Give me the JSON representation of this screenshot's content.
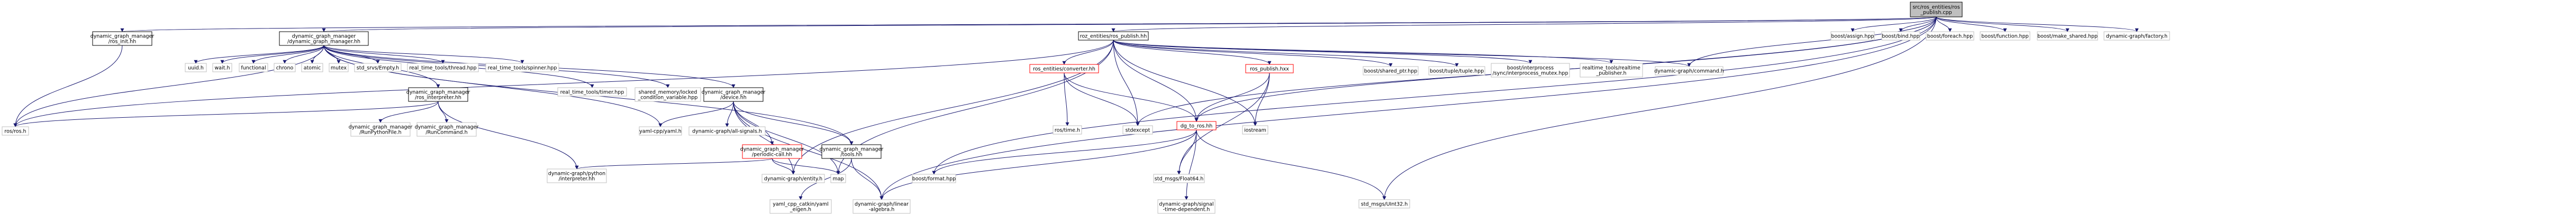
{
  "diagram": {
    "title": "",
    "colors": {
      "edge": "#191970",
      "focus_fill": "#bfbfbf",
      "node_border": "#000000",
      "system_border": "#bfbfbf",
      "missing_border": "#ff0000"
    },
    "nodes": [
      {
        "id": "ros_publish_cpp",
        "lines": [
          "src/ros_entities/ros",
          "_publish.cpp"
        ],
        "kind": "focus"
      },
      {
        "id": "ros_publish_hh",
        "lines": [
          "roz_entities/ros_publish.hh"
        ],
        "kind": "local"
      },
      {
        "id": "ros_init_hh",
        "lines": [
          "dynamic_graph_manager",
          "/ros_init.hh"
        ],
        "kind": "local"
      },
      {
        "id": "dgm_hh",
        "lines": [
          "dynamic_graph_manager",
          "/dynamic_graph_manager.hh"
        ],
        "kind": "local"
      },
      {
        "id": "ros_h",
        "lines": [
          "ros/ros.h"
        ],
        "kind": "system"
      },
      {
        "id": "uuid_h",
        "lines": [
          "uuid.h"
        ],
        "kind": "system"
      },
      {
        "id": "wait_h",
        "lines": [
          "wait.h"
        ],
        "kind": "system"
      },
      {
        "id": "functional",
        "lines": [
          "functional"
        ],
        "kind": "system"
      },
      {
        "id": "chrono",
        "lines": [
          "chrono"
        ],
        "kind": "system"
      },
      {
        "id": "atomic",
        "lines": [
          "atomic"
        ],
        "kind": "system"
      },
      {
        "id": "mutex",
        "lines": [
          "mutex"
        ],
        "kind": "system"
      },
      {
        "id": "std_srvs_empty",
        "lines": [
          "std_srvs/Empty.h"
        ],
        "kind": "system"
      },
      {
        "id": "rt_thread",
        "lines": [
          "real_time_tools/thread.hpp"
        ],
        "kind": "system"
      },
      {
        "id": "rt_spinner",
        "lines": [
          "real_time_tools/spinner.hpp"
        ],
        "kind": "system"
      },
      {
        "id": "ros_interpreter_hh",
        "lines": [
          "dynamic_graph_manager",
          "/ros_interpreter.hh"
        ],
        "kind": "local"
      },
      {
        "id": "rt_timer",
        "lines": [
          "real_time_tools/timer.hpp"
        ],
        "kind": "system"
      },
      {
        "id": "shm_locked",
        "lines": [
          "shared_memory/locked",
          "_condition_variable.hpp"
        ],
        "kind": "system"
      },
      {
        "id": "device_hh",
        "lines": [
          "dynamic_graph_manager",
          "/device.hh"
        ],
        "kind": "local"
      },
      {
        "id": "run_python_file",
        "lines": [
          "dynamic_graph_manager",
          "/RunPythonFile.h"
        ],
        "kind": "system"
      },
      {
        "id": "run_command",
        "lines": [
          "dynamic_graph_manager",
          "/RunCommand.h"
        ],
        "kind": "system"
      },
      {
        "id": "python_interpreter",
        "lines": [
          "dynamic-graph/python",
          "/interpreter.hh"
        ],
        "kind": "system"
      },
      {
        "id": "yaml_cpp",
        "lines": [
          "yaml-cpp/yaml.h"
        ],
        "kind": "system"
      },
      {
        "id": "all_signals",
        "lines": [
          "dynamic-graph/all-signals.h"
        ],
        "kind": "system"
      },
      {
        "id": "periodic_call_hh",
        "lines": [
          "dynamic_graph_manager",
          "/periodic-call.hh"
        ],
        "kind": "missing"
      },
      {
        "id": "tools_hh",
        "lines": [
          "dynamic_graph_manager",
          "/tools.hh"
        ],
        "kind": "local"
      },
      {
        "id": "entity_h",
        "lines": [
          "dynamic-graph/entity.h"
        ],
        "kind": "system"
      },
      {
        "id": "map",
        "lines": [
          "map"
        ],
        "kind": "system"
      },
      {
        "id": "yaml_eigen",
        "lines": [
          "yaml_cpp_catkin/yaml",
          "_eigen.h"
        ],
        "kind": "system"
      },
      {
        "id": "linear_algebra",
        "lines": [
          "dynamic-graph/linear",
          "-algebra.h"
        ],
        "kind": "system"
      },
      {
        "id": "converter_hh",
        "lines": [
          "ros_entities/converter.hh"
        ],
        "kind": "missing"
      },
      {
        "id": "ros_time_h",
        "lines": [
          "ros/time.h"
        ],
        "kind": "system"
      },
      {
        "id": "stdexcept",
        "lines": [
          "stdexcept"
        ],
        "kind": "system"
      },
      {
        "id": "ros_hh",
        "lines": [
          "ros_publish.hxx"
        ],
        "kind": "missing"
      },
      {
        "id": "dg_to_ros_hh",
        "lines": [
          "dg_to_ros.hh"
        ],
        "kind": "missing"
      },
      {
        "id": "iostream",
        "lines": [
          "iostream"
        ],
        "kind": "system"
      },
      {
        "id": "std_msgs_float64",
        "lines": [
          "std_msgs/Float64.h"
        ],
        "kind": "system"
      },
      {
        "id": "signal_time_dependent",
        "lines": [
          "dynamic-graph/signal",
          "-time-dependent.h"
        ],
        "kind": "system"
      },
      {
        "id": "boost_format",
        "lines": [
          "boost/format.hpp"
        ],
        "kind": "system"
      },
      {
        "id": "std_msgs_uint32",
        "lines": [
          "std_msgs/UInt32.h"
        ],
        "kind": "system"
      },
      {
        "id": "boost_shared_ptr",
        "lines": [
          "boost/shared_ptr.hpp"
        ],
        "kind": "system"
      },
      {
        "id": "boost_tuple",
        "lines": [
          "boost/tuple/tuple.hpp"
        ],
        "kind": "system"
      },
      {
        "id": "boost_interprocess",
        "lines": [
          "boost/interprocess",
          "/sync/interprocess_mutex.hpp"
        ],
        "kind": "system"
      },
      {
        "id": "rt_publisher",
        "lines": [
          "realtime_tools/realtime",
          "_publisher.h"
        ],
        "kind": "system"
      },
      {
        "id": "dg_command",
        "lines": [
          "dynamic-graph/command.h"
        ],
        "kind": "system"
      },
      {
        "id": "boost_assign",
        "lines": [
          "boost/assign.hpp"
        ],
        "kind": "system"
      },
      {
        "id": "boost_bind",
        "lines": [
          "boost/bind.hpp"
        ],
        "kind": "system"
      },
      {
        "id": "boost_foreach",
        "lines": [
          "boost/foreach.hpp"
        ],
        "kind": "system"
      },
      {
        "id": "boost_function",
        "lines": [
          "boost/function.hpp"
        ],
        "kind": "system"
      },
      {
        "id": "boost_make_shared",
        "lines": [
          "boost/make_shared.hpp"
        ],
        "kind": "system"
      },
      {
        "id": "dg_factory",
        "lines": [
          "dynamic-graph/factory.h"
        ],
        "kind": "system"
      }
    ],
    "edges": [
      [
        "ros_publish_cpp",
        "ros_publish_hh"
      ],
      [
        "ros_publish_cpp",
        "ros_init_hh"
      ],
      [
        "ros_publish_cpp",
        "dgm_hh"
      ],
      [
        "ros_publish_cpp",
        "linear_algebra"
      ],
      [
        "ros_publish_cpp",
        "boost_format"
      ],
      [
        "ros_publish_cpp",
        "dg_command"
      ],
      [
        "ros_publish_cpp",
        "boost_assign"
      ],
      [
        "ros_publish_cpp",
        "boost_bind"
      ],
      [
        "ros_publish_cpp",
        "boost_foreach"
      ],
      [
        "ros_publish_cpp",
        "boost_function"
      ],
      [
        "ros_publish_cpp",
        "boost_make_shared"
      ],
      [
        "ros_publish_cpp",
        "dg_factory"
      ],
      [
        "ros_publish_cpp",
        "std_msgs_uint32"
      ],
      [
        "ros_publish_cpp",
        "dg_to_ros_hh"
      ],
      [
        "ros_publish_cpp",
        "stdexcept"
      ],
      [
        "ros_init_hh",
        "ros_h"
      ],
      [
        "dgm_hh",
        "ros_h"
      ],
      [
        "dgm_hh",
        "uuid_h"
      ],
      [
        "dgm_hh",
        "wait_h"
      ],
      [
        "dgm_hh",
        "functional"
      ],
      [
        "dgm_hh",
        "chrono"
      ],
      [
        "dgm_hh",
        "atomic"
      ],
      [
        "dgm_hh",
        "mutex"
      ],
      [
        "dgm_hh",
        "std_srvs_empty"
      ],
      [
        "dgm_hh",
        "rt_thread"
      ],
      [
        "dgm_hh",
        "rt_spinner"
      ],
      [
        "dgm_hh",
        "ros_interpreter_hh"
      ],
      [
        "dgm_hh",
        "rt_timer"
      ],
      [
        "dgm_hh",
        "shm_locked"
      ],
      [
        "dgm_hh",
        "device_hh"
      ],
      [
        "dgm_hh",
        "yaml_cpp"
      ],
      [
        "dgm_hh",
        "tools_hh"
      ],
      [
        "ros_interpreter_hh",
        "ros_h"
      ],
      [
        "ros_interpreter_hh",
        "run_python_file"
      ],
      [
        "ros_interpreter_hh",
        "run_command"
      ],
      [
        "ros_interpreter_hh",
        "python_interpreter"
      ],
      [
        "device_hh",
        "yaml_cpp"
      ],
      [
        "device_hh",
        "all_signals"
      ],
      [
        "device_hh",
        "periodic_call_hh"
      ],
      [
        "device_hh",
        "tools_hh"
      ],
      [
        "device_hh",
        "entity_h"
      ],
      [
        "device_hh",
        "map"
      ],
      [
        "device_hh",
        "linear_algebra"
      ],
      [
        "periodic_call_hh",
        "python_interpreter"
      ],
      [
        "periodic_call_hh",
        "entity_h"
      ],
      [
        "periodic_call_hh",
        "map"
      ],
      [
        "tools_hh",
        "yaml_eigen"
      ],
      [
        "tools_hh",
        "linear_algebra"
      ],
      [
        "ros_publish_hh",
        "ros_h"
      ],
      [
        "ros_publish_hh",
        "converter_hh"
      ],
      [
        "ros_publish_hh",
        "stdexcept"
      ],
      [
        "ros_publish_hh",
        "ros_hh"
      ],
      [
        "ros_publish_hh",
        "boost_shared_ptr"
      ],
      [
        "ros_publish_hh",
        "boost_tuple"
      ],
      [
        "ros_publish_hh",
        "boost_interprocess"
      ],
      [
        "ros_publish_hh",
        "rt_publisher"
      ],
      [
        "ros_publish_hh",
        "dg_command"
      ],
      [
        "ros_publish_hh",
        "iostream"
      ],
      [
        "ros_publish_hh",
        "entity_h"
      ],
      [
        "ros_publish_hh",
        "map"
      ],
      [
        "ros_publish_hh",
        "dg_to_ros_hh"
      ],
      [
        "converter_hh",
        "ros_time_h"
      ],
      [
        "converter_hh",
        "stdexcept"
      ],
      [
        "converter_hh",
        "dg_to_ros_hh"
      ],
      [
        "ros_hh",
        "dg_to_ros_hh"
      ],
      [
        "ros_hh",
        "iostream"
      ],
      [
        "ros_hh",
        "std_msgs_float64"
      ],
      [
        "dg_to_ros_hh",
        "boost_format"
      ],
      [
        "dg_to_ros_hh",
        "signal_time_dependent"
      ],
      [
        "dg_to_ros_hh",
        "std_msgs_float64"
      ],
      [
        "dg_to_ros_hh",
        "std_msgs_uint32"
      ],
      [
        "dg_to_ros_hh",
        "linear_algebra"
      ]
    ]
  }
}
